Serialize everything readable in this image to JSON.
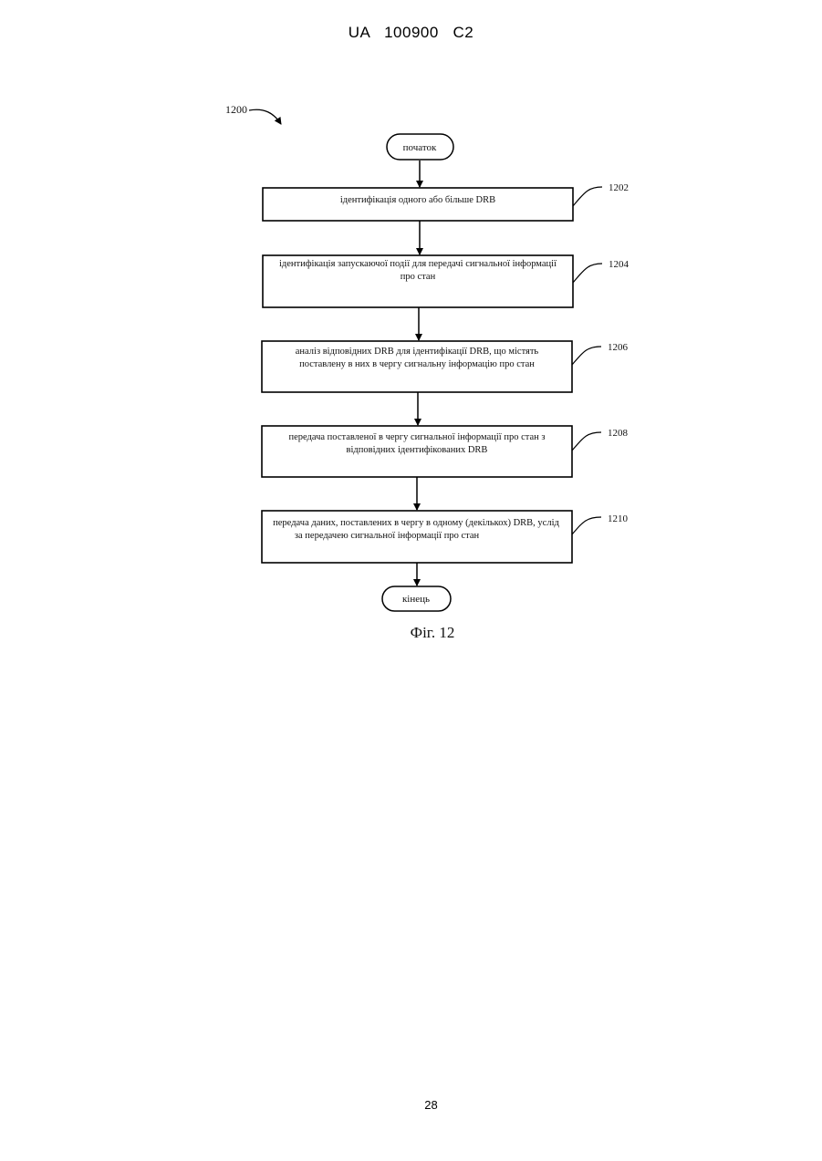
{
  "header": {
    "text": "UA   100900   C2"
  },
  "figure": {
    "ref": "1200",
    "start": "початок",
    "end": "кінець",
    "caption": "Фіг. 12",
    "steps": [
      {
        "id": "1202",
        "lines": [
          "ідентифікація одного або більше DRB"
        ]
      },
      {
        "id": "1204",
        "lines": [
          "ідентифікація запускаючої події для передачі сигнальної інформації",
          "про стан"
        ]
      },
      {
        "id": "1206",
        "lines": [
          "аналіз відповідних DRB для ідентифікації DRB, що містять",
          "поставлену в них в чергу сигнальну інформацію про стан"
        ]
      },
      {
        "id": "1208",
        "lines": [
          "передача поставленої в чергу сигнальної інформації про стан з",
          "відповідних ідентифікованих DRB"
        ]
      },
      {
        "id": "1210",
        "lines": [
          "передача даних, поставлених в чергу в одному (декількох) DRB, услід",
          "за передачею сигнальної інформації про стан"
        ]
      }
    ]
  },
  "page_number": "28"
}
